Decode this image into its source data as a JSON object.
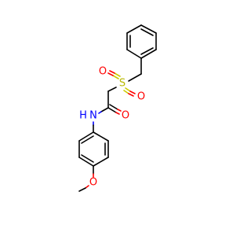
{
  "molecule": {
    "atom_labels": {
      "sulfur": "S",
      "sulfonyl_oxygen_1": "O",
      "sulfonyl_oxygen_2": "O",
      "amide_nitrogen": "N",
      "amide_hydrogen": "H",
      "carbonyl_oxygen": "O",
      "ether_oxygen": "O"
    },
    "colors": {
      "carbon_bond": "#000000",
      "oxygen": "#ff0000",
      "nitrogen": "#0000ff",
      "sulfur": "#cccc00"
    }
  }
}
